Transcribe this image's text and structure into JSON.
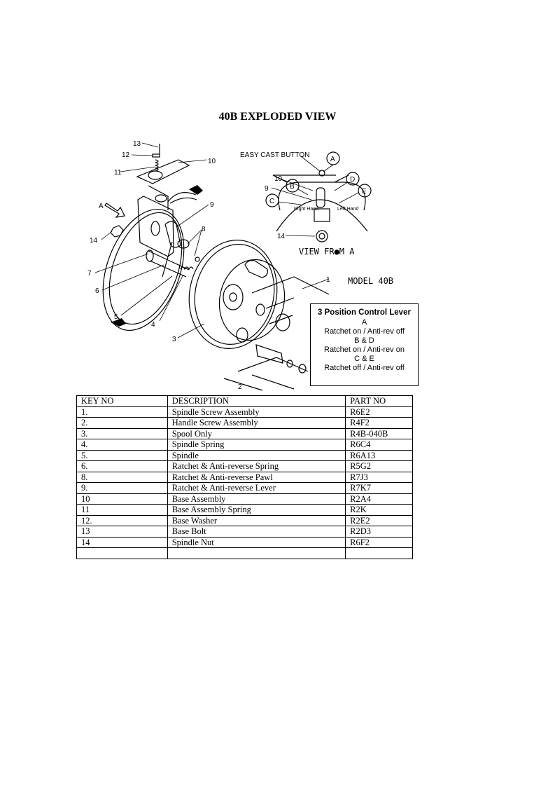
{
  "page": {
    "title": "40B EXPLODED VIEW"
  },
  "diagram": {
    "callouts": [
      "13",
      "12",
      "11",
      "10",
      "9",
      "8",
      "14",
      "7",
      "6",
      "5",
      "4",
      "3",
      "2",
      "1"
    ],
    "view_callouts": [
      "10",
      "9",
      "14"
    ],
    "letters": [
      "A",
      "B",
      "C",
      "D",
      "E"
    ],
    "easy_cast_label": "EASY CAST BUTTON",
    "view_from_label": "VIEW FR●M A",
    "model_label": "MODEL 40B",
    "arrow_letter": "A",
    "hand_labels": [
      "Right Hand",
      "Left Hand"
    ]
  },
  "legend": {
    "title": "3 Position Control Lever",
    "lines": [
      "A",
      "Ratchet on / Anti-rev off",
      "B & D",
      "Ratchet on / Anti-rev on",
      "C & E",
      "Ratchet off / Anti-rev off"
    ]
  },
  "table": {
    "headers": [
      "KEY NO",
      "DESCRIPTION",
      "PART NO"
    ],
    "rows": [
      [
        "1.",
        "Spindle Screw Assembly",
        "R6E2"
      ],
      [
        "2.",
        "Handle Screw Assembly",
        "R4F2"
      ],
      [
        "3.",
        "Spool Only",
        "R4B-040B"
      ],
      [
        "4.",
        "Spindle Spring",
        "R6C4"
      ],
      [
        "5.",
        "Spindle",
        "R6A13"
      ],
      [
        "6.",
        "Ratchet & Anti-reverse Spring",
        "R5G2"
      ],
      [
        "8.",
        "Ratchet & Anti-reverse Pawl",
        "R7J3"
      ],
      [
        "9.",
        "Ratchet & Anti-reverse Lever",
        "R7K7"
      ],
      [
        "10",
        "Base Assembly",
        "R2A4"
      ],
      [
        "11",
        "Base Assembly Spring",
        "R2K"
      ],
      [
        "12.",
        "Base Washer",
        "R2E2"
      ],
      [
        "13",
        "Base Bolt",
        "R2D3"
      ],
      [
        "14",
        "Spindle Nut",
        "R6F2"
      ],
      [
        "",
        "",
        ""
      ]
    ]
  }
}
